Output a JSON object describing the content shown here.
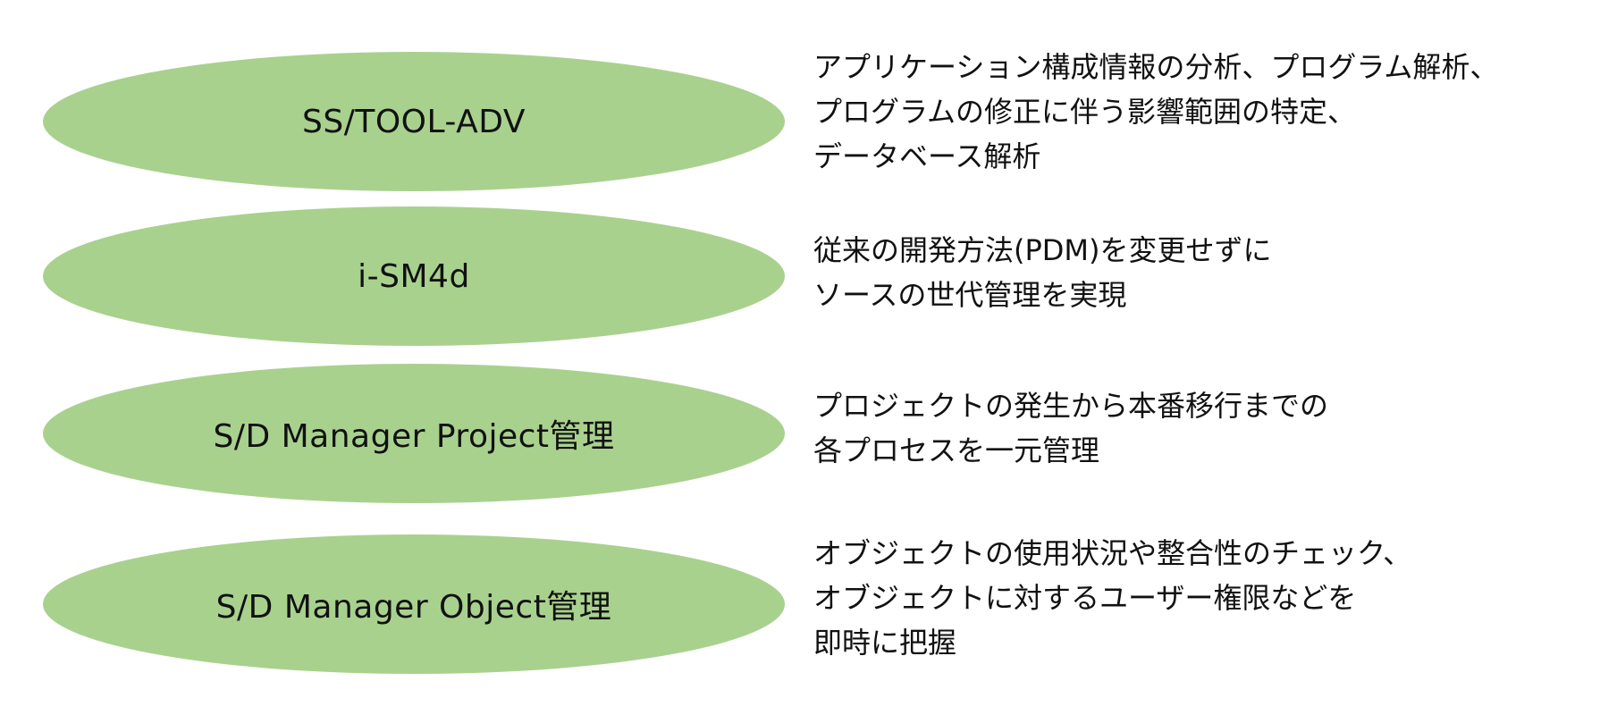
{
  "items": [
    {
      "name": "SS/TOOL-ADV",
      "lines": [
        "アプリケーション構成情報の分析、プログラム解析、",
        "プログラムの修正に伴う影響範囲の特定、",
        "データベース解析"
      ]
    },
    {
      "name": "i-SM4d",
      "lines": [
        "従来の開発方法(PDM)を変更せずに",
        "ソースの世代管理を実現"
      ]
    },
    {
      "name": "S/D Manager Project管理",
      "lines": [
        "プロジェクトの発生から本番移行までの",
        "各プロセスを一元管理"
      ]
    },
    {
      "name": "S/D Manager Object管理",
      "lines": [
        "オブジェクトの使用状況や整合性のチェック、",
        "オブジェクトに対するユーザー権限などを",
        "即時に把握"
      ]
    }
  ],
  "colors": {
    "ellipse_fill": "#a9d18e"
  }
}
